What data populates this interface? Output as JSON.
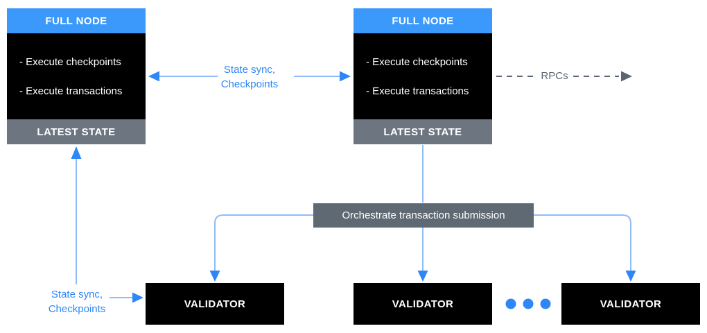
{
  "diagram": {
    "full_node_left": {
      "title": "FULL NODE",
      "items": [
        "- Execute checkpoints",
        "- Execute transactions"
      ],
      "footer": "LATEST STATE"
    },
    "full_node_right": {
      "title": "FULL NODE",
      "items": [
        "- Execute checkpoints",
        "- Execute transactions"
      ],
      "footer": "LATEST STATE"
    },
    "orchestrate_label": "Orchestrate transaction submission",
    "labels": {
      "state_sync_mid_line1": "State sync,",
      "state_sync_mid_line2": "Checkpoints",
      "rpcs": "RPCs",
      "state_sync_bottom_line1": "State sync,",
      "state_sync_bottom_line2": "Checkpoints"
    },
    "validators": [
      {
        "label": "VALIDATOR"
      },
      {
        "label": "VALIDATOR"
      },
      {
        "label": "VALIDATOR"
      }
    ],
    "colors": {
      "header_blue": "#3b99fc",
      "arrow_dark_blue": "#2f86f6",
      "line_light_blue": "#8fbcf8",
      "footer_gray": "#6c7580",
      "orchestrate_gray": "#5e6973",
      "rpc_gray": "#5c6571",
      "box_black": "#000000",
      "text_white": "#ffffff"
    }
  }
}
